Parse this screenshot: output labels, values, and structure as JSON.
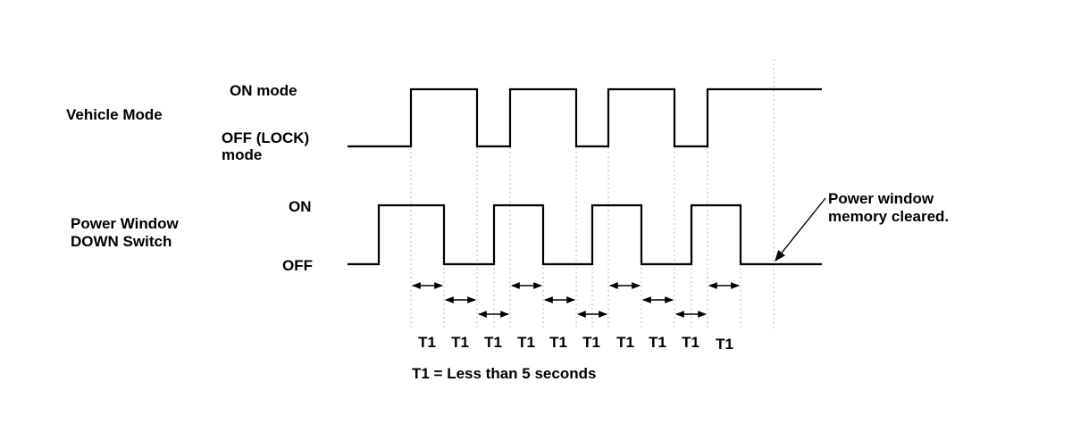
{
  "vehicle_mode": {
    "label": "Vehicle Mode",
    "on_label": "ON mode",
    "off_label_line1": "OFF (LOCK)",
    "off_label_line2": "mode"
  },
  "switch": {
    "label_line1": "Power Window",
    "label_line2": "DOWN Switch",
    "on_label": "ON",
    "off_label": "OFF"
  },
  "callout": {
    "line1": "Power window",
    "line2": "memory cleared."
  },
  "timing": {
    "interval_labels": [
      "T1",
      "T1",
      "T1",
      "T1",
      "T1",
      "T1",
      "T1",
      "T1",
      "T1",
      "T1"
    ],
    "legend": "T1 = Less than 5 seconds"
  }
}
